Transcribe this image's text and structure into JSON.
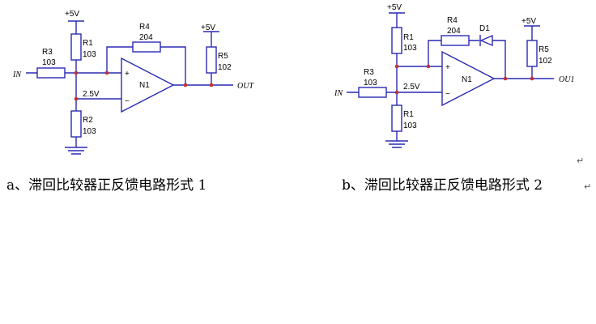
{
  "circuit_a": {
    "vcc1": "+5V",
    "r1_name": "R1",
    "r1_value": "103",
    "r4_name": "R4",
    "r4_value": "204",
    "vcc2": "+5V",
    "r5_name": "R5",
    "r5_value": "102",
    "r3_name": "R3",
    "r3_value": "103",
    "input": "IN",
    "opamp": "N1",
    "plus": "+",
    "minus": "−",
    "output": "OUT",
    "vref": "2.5V",
    "r2_name": "R2",
    "r2_value": "103",
    "caption": "a、滞回比较器正反馈电路形式 1"
  },
  "circuit_b": {
    "vcc1": "+5V",
    "r1_name": "R1",
    "r1_value": "103",
    "r4_name": "R4",
    "r4_value": "204",
    "d1_name": "D1",
    "vcc2": "+5V",
    "r5_name": "R5",
    "r5_value": "102",
    "r3_name": "R3",
    "r3_value": "103",
    "input": "IN",
    "opamp": "N1",
    "plus": "+",
    "minus": "−",
    "output": "OU1",
    "vref": "2.5V",
    "r1b_name": "R1",
    "r1b_value": "103",
    "caption": "b、滞回比较器正反馈电路形式 2"
  }
}
